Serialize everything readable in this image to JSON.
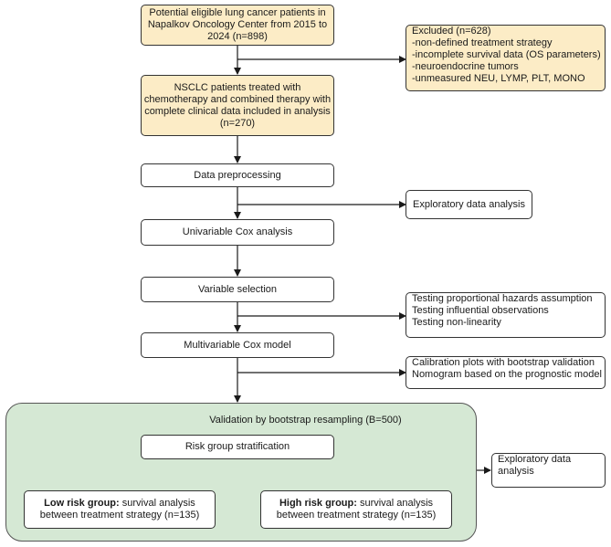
{
  "start": {
    "lines": [
      "Potential eligible lung cancer patients in",
      "Napalkov Oncology Center from 2015 to",
      "2024 (n=898)"
    ]
  },
  "excluded": {
    "lines": [
      "Excluded (n=628)",
      "-non-defined treatment strategy",
      "-incomplete survival data (OS parameters)",
      "-neuroendocrine tumors",
      "-unmeasured NEU, LYMP, PLT, MONO"
    ]
  },
  "included": {
    "lines": [
      "NSCLC patients treated with",
      "chemotherapy and combined therapy with",
      "complete clinical data included in analysis",
      "(n=270)"
    ]
  },
  "preprocessing": {
    "label": "Data preprocessing"
  },
  "exploratory1": {
    "label": "Exploratory data analysis"
  },
  "univariable": {
    "label": "Univariable Cox analysis"
  },
  "variable_selection": {
    "label": "Variable selection"
  },
  "testing": {
    "lines": [
      "Testing proportional hazards assumption",
      "Testing influential observations",
      "Testing non-linearity"
    ]
  },
  "multivariable": {
    "label": "Multivariable Cox model"
  },
  "calibration": {
    "lines": [
      "Calibration plots with bootstrap validation",
      "Nomogram based on the prognostic model"
    ]
  },
  "validation": {
    "title": "Validation by bootstrap resampling (B=500)"
  },
  "risk_stratification": {
    "label": "Risk group stratification"
  },
  "low_risk": {
    "bold": "Low risk group:",
    "rest": " survival analysis",
    "line2": "between treatment strategy (n=135)"
  },
  "high_risk": {
    "bold": "High risk group:",
    "rest": " survival analysis",
    "line2": "between treatment strategy (n=135)"
  },
  "exploratory2": {
    "lines": [
      "Exploratory data",
      "analysis"
    ]
  },
  "colors": {
    "yellow_fill": "#fcecc6",
    "green_fill": "#d5e8d4",
    "line": "#1a1a1a"
  }
}
